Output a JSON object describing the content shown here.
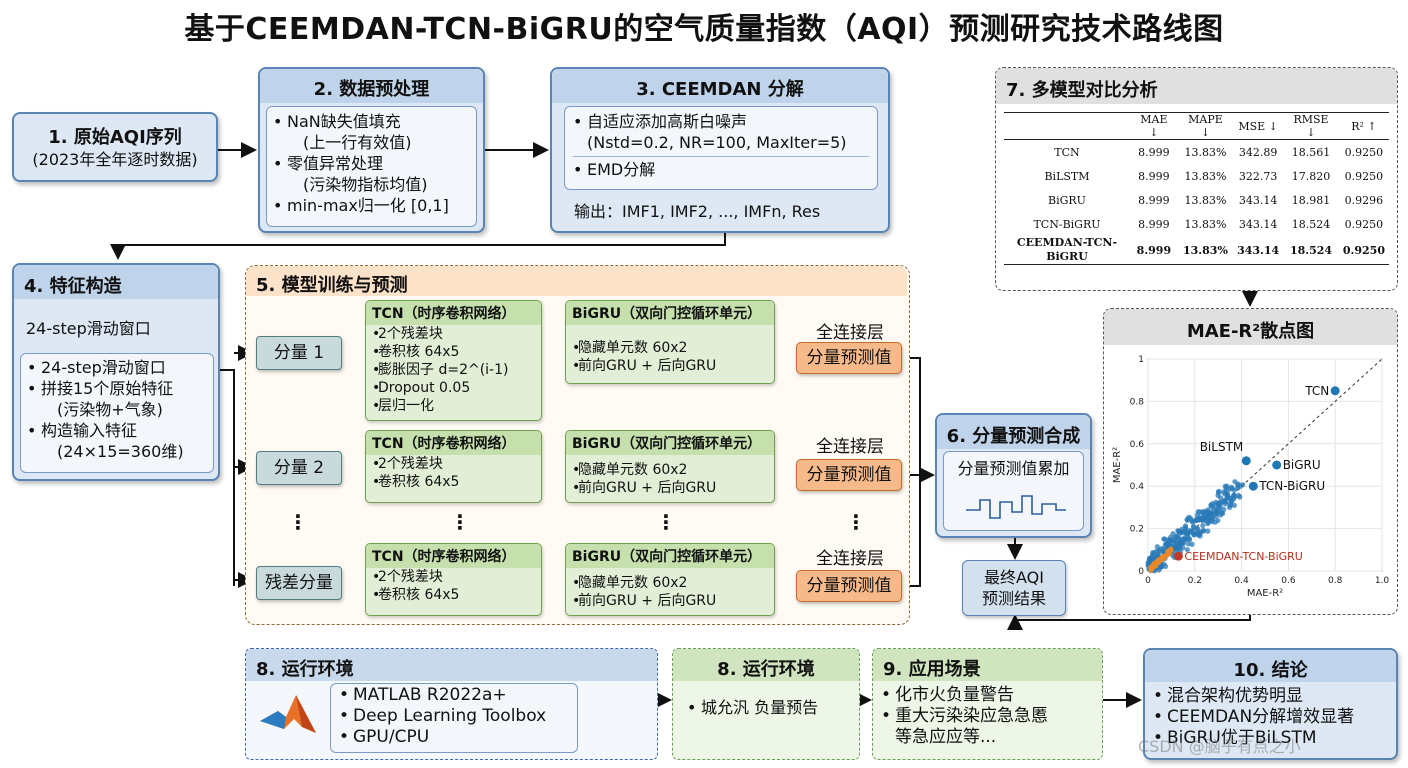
{
  "title": "基于CEEMDAN-TCN-BiGRU的空气质量指数（AQI）预测研究技术路线图",
  "box1": {
    "title": "1. 原始AQI序列",
    "sub": "(2023年全年逐时数据)"
  },
  "box2": {
    "title": "2. 数据预处理",
    "items": [
      "NaN缺失值填充",
      "(上一行有效值)",
      "零值异常处理",
      "(污染物指标均值)",
      "min-max归一化 [0,1]"
    ]
  },
  "box3": {
    "title": "3. CEEMDAN 分解",
    "items": [
      "自适应添加高斯白噪声",
      "(Nstd=0.2, NR=100, MaxIter=5)",
      "EMD分解"
    ],
    "output": "输出：IMF1, IMF2, ..., IMFn, Res"
  },
  "box4": {
    "title": "4. 特征构造",
    "sub": "24-step滑动窗口",
    "items": [
      "24-step滑动窗口",
      "拼接15个原始特征",
      "(污染物+气象)",
      "构造输入特征",
      "(24×15=360维)"
    ]
  },
  "box5": {
    "title": "5. 模型训练与预测",
    "components": [
      "分量 1",
      "分量 2",
      "残差分量"
    ],
    "tcn_title": "TCN（时序卷积网络）",
    "tcn_items_full": [
      "2个残差块",
      "卷积核 64x5",
      "膨胀因子 d=2^(i-1)",
      "Dropout 0.05",
      "层归一化"
    ],
    "tcn_items_short": [
      "2个残差块",
      "卷积核 64x5"
    ],
    "bigru_title": "BiGRU（双向门控循环单元）",
    "bigru_items": [
      "隐藏单元数 60x2",
      "前向GRU + 后向GRU"
    ],
    "fc_label": "全连接层",
    "fc_out": "分量预测值",
    "dots": "⋮"
  },
  "box6": {
    "title": "6. 分量预测合成",
    "sub": "分量预测值累加"
  },
  "final": {
    "line1": "最终AQI",
    "line2": "预测结果"
  },
  "box7": {
    "title": "7. 多模型对比分析",
    "headers": [
      "",
      "MAE ↓",
      "MAPE ↓",
      "MSE ↓",
      "RMSE ↓",
      "R² ↑"
    ],
    "rows": [
      [
        "TCN",
        "8.999",
        "13.83%",
        "342.89",
        "18.561",
        "0.9250"
      ],
      [
        "BiLSTM",
        "8.999",
        "13.83%",
        "322.73",
        "17.820",
        "0.9250"
      ],
      [
        "BiGRU",
        "8.999",
        "13.83%",
        "343.14",
        "18.981",
        "0.9296"
      ],
      [
        "TCN-BiGRU",
        "8.999",
        "13.83%",
        "343.14",
        "18.524",
        "0.9250"
      ],
      [
        "CEEMDAN-TCN-BiGRU",
        "8.999",
        "13.83%",
        "343.14",
        "18.524",
        "0.9250"
      ]
    ]
  },
  "scatter": {
    "title": "MAE-R²散点图"
  },
  "chart_data": {
    "type": "scatter",
    "title": "MAE-R²散点图",
    "xlabel": "MAE-R²",
    "ylabel": "MAE-R²",
    "xlim": [
      0,
      1.0
    ],
    "ylim": [
      0,
      1
    ],
    "xticks": [
      "0",
      "0.2",
      "0.4",
      "0.6",
      "0.8",
      "1.0"
    ],
    "yticks": [
      "0",
      "0.2",
      "0.4",
      "0.6",
      "0.8",
      "1"
    ],
    "points": [
      {
        "label": "TCN",
        "x": 0.8,
        "y": 0.85,
        "color": "#1f77b4"
      },
      {
        "label": "BiLSTM",
        "x": 0.42,
        "y": 0.52,
        "color": "#1f77b4"
      },
      {
        "label": "BiGRU",
        "x": 0.55,
        "y": 0.5,
        "color": "#1f77b4"
      },
      {
        "label": "TCN-BiGRU",
        "x": 0.45,
        "y": 0.4,
        "color": "#1f77b4"
      },
      {
        "label": "CEEMDAN-TCN-BiGRU",
        "x": 0.13,
        "y": 0.07,
        "color": "#c0392b"
      }
    ]
  },
  "box8a": {
    "title": "8. 运行环境",
    "items": [
      "MATLAB R2022a+",
      "Deep Learning Toolbox",
      "GPU/CPU"
    ]
  },
  "box8b": {
    "title": "8. 运行环境",
    "items": [
      "城允汎 负量预告"
    ]
  },
  "box9": {
    "title": "9. 应用场景",
    "items": [
      "化市火负量警告",
      "重大污染染应急急慝",
      "等急应应等..."
    ]
  },
  "box10": {
    "title": "10. 结论",
    "items": [
      "混合架构优势明显",
      "CEEMDAN分解增效显著",
      "BiGRU优于BiLSTM"
    ]
  },
  "watermark": "CSDN @脑子有点之小"
}
